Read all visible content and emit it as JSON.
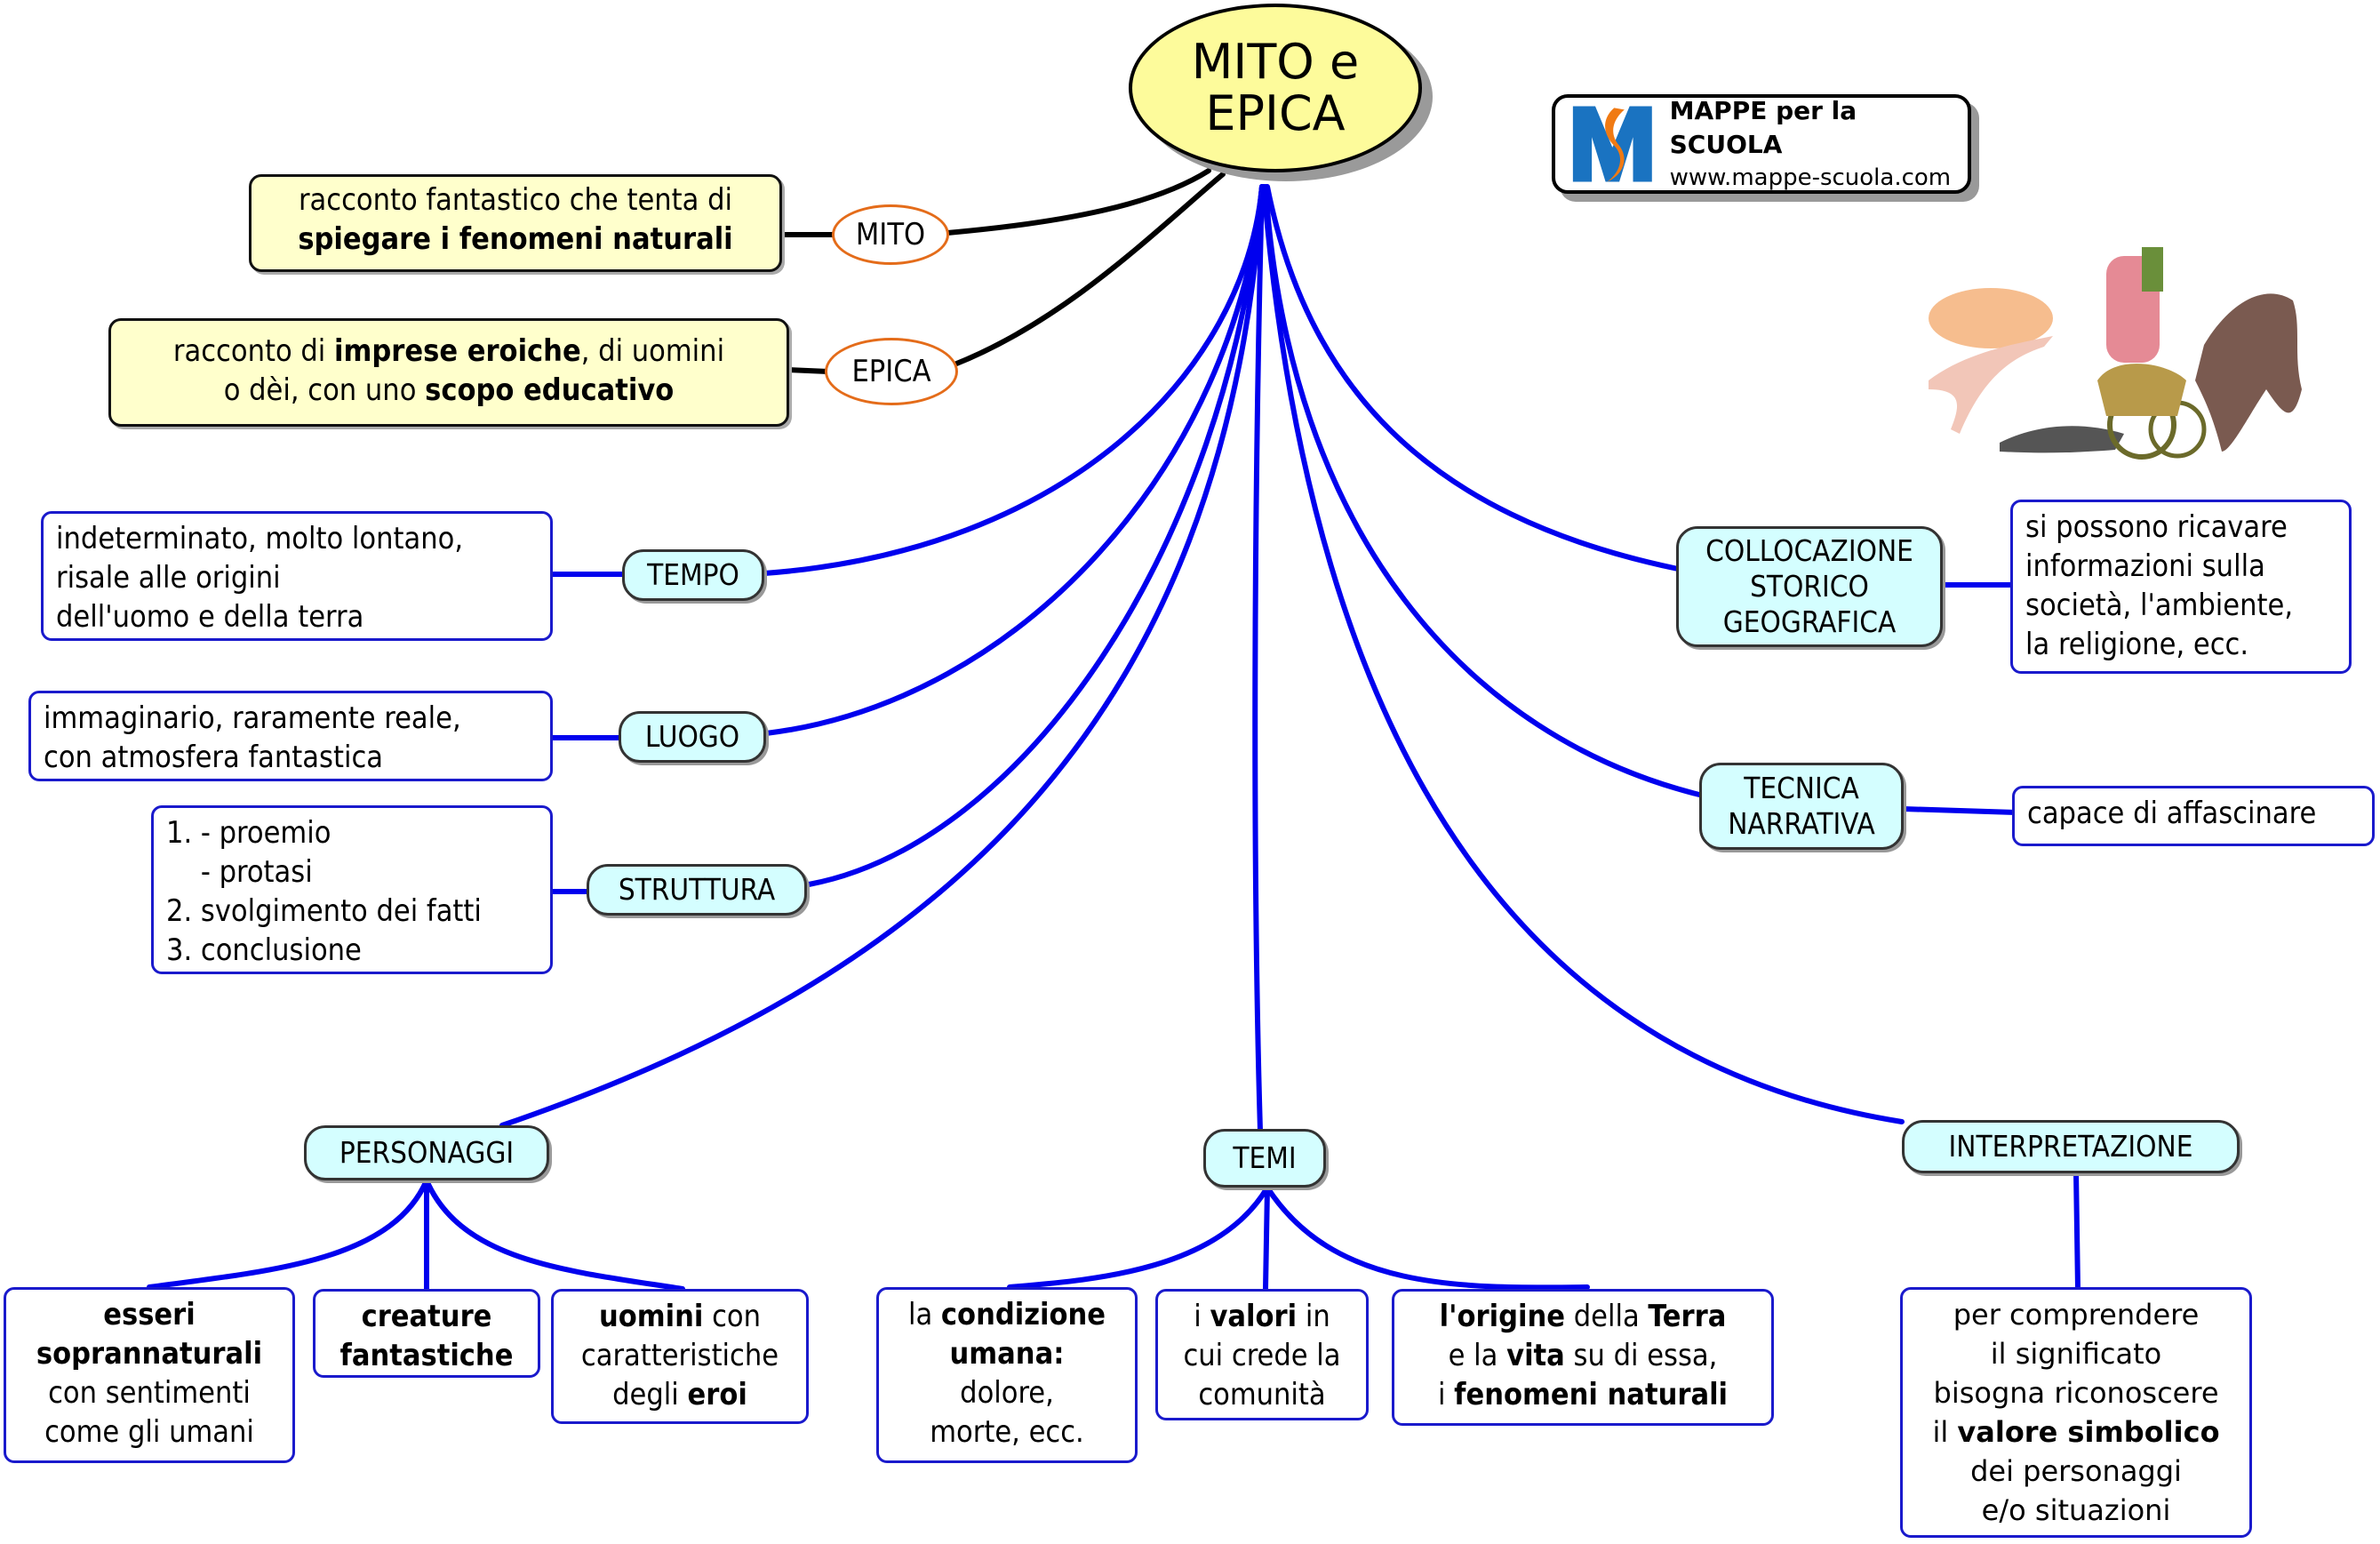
{
  "title": {
    "line1": "MITO e",
    "line2": "EPICA"
  },
  "logo": {
    "icon": "mappe-scuola-m-logo-icon",
    "title": "MAPPE per la SCUOLA",
    "url": "www.mappe-scuola.com"
  },
  "illustration": {
    "icon": "greek-chariot-illustration-icon"
  },
  "colors": {
    "central_fill": "#fdfb9b",
    "yellow_box": "#ffffcc",
    "category_fill": "#d4feff",
    "link_blue": "#0000ee",
    "link_black": "#000000",
    "oval_border": "#e46c1a",
    "box_border": "#1a1acc"
  },
  "definitions": [
    {
      "label": "MITO",
      "text": [
        {
          "t": "racconto fantastico che tenta di",
          "b": false
        },
        {
          "br": true
        },
        {
          "t": "spiegare i fenomeni naturali",
          "b": true
        }
      ]
    },
    {
      "label": "EPICA",
      "text": [
        {
          "t": "racconto di ",
          "b": false
        },
        {
          "t": "imprese eroiche",
          "b": true
        },
        {
          "t": ", di uomini",
          "b": false
        },
        {
          "br": true
        },
        {
          "t": "o dèi, con uno ",
          "b": false
        },
        {
          "t": "scopo educativo",
          "b": true
        }
      ]
    }
  ],
  "categories": {
    "tempo": {
      "label": "TEMPO",
      "details": [
        [
          {
            "t": "indeterminato, molto lontano,",
            "b": false
          },
          {
            "br": true
          },
          {
            "t": "risale alle origini",
            "b": false
          },
          {
            "br": true
          },
          {
            "t": "dell'uomo e della terra",
            "b": false
          }
        ]
      ]
    },
    "luogo": {
      "label": "LUOGO",
      "details": [
        [
          {
            "t": "immaginario, raramente reale,",
            "b": false
          },
          {
            "br": true
          },
          {
            "t": "con atmosfera fantastica",
            "b": false
          }
        ]
      ]
    },
    "struttura": {
      "label": "STRUTTURA",
      "details": [
        [
          {
            "t": "1. - proemio",
            "b": false
          },
          {
            "br": true
          },
          {
            "t": "    - protasi",
            "b": false
          },
          {
            "br": true
          },
          {
            "t": "2. svolgimento dei fatti",
            "b": false
          },
          {
            "br": true
          },
          {
            "t": "3. conclusione",
            "b": false
          }
        ]
      ]
    },
    "collocazione": {
      "label": "COLLOCAZIONE STORICO GEOGRAFICA",
      "label_lines": [
        "COLLOCAZIONE",
        "STORICO",
        "GEOGRAFICA"
      ],
      "details": [
        [
          {
            "t": "si possono ricavare",
            "b": false
          },
          {
            "br": true
          },
          {
            "t": "informazioni sulla",
            "b": false
          },
          {
            "br": true
          },
          {
            "t": "società, l'ambiente,",
            "b": false
          },
          {
            "br": true
          },
          {
            "t": "la religione, ecc.",
            "b": false
          }
        ]
      ]
    },
    "tecnica": {
      "label": "TECNICA NARRATIVA",
      "label_lines": [
        "TECNICA",
        "NARRATIVA"
      ],
      "details": [
        [
          {
            "t": "capace di affascinare",
            "b": false
          }
        ]
      ]
    },
    "personaggi": {
      "label": "PERSONAGGI",
      "details": [
        [
          {
            "t": "esseri",
            "b": true
          },
          {
            "br": true
          },
          {
            "t": "soprannaturali",
            "b": true
          },
          {
            "br": true
          },
          {
            "t": "con sentimenti",
            "b": false
          },
          {
            "br": true
          },
          {
            "t": "come gli umani",
            "b": false
          }
        ],
        [
          {
            "t": "creature",
            "b": true
          },
          {
            "br": true
          },
          {
            "t": "fantastiche",
            "b": true
          }
        ],
        [
          {
            "t": "uomini",
            "b": true
          },
          {
            "t": " con",
            "b": false
          },
          {
            "br": true
          },
          {
            "t": "caratteristiche",
            "b": false
          },
          {
            "br": true
          },
          {
            "t": "degli ",
            "b": false
          },
          {
            "t": "eroi",
            "b": true
          }
        ]
      ]
    },
    "temi": {
      "label": "TEMI",
      "details": [
        [
          {
            "t": "la ",
            "b": false
          },
          {
            "t": "condizione",
            "b": true
          },
          {
            "br": true
          },
          {
            "t": "umana:",
            "b": true
          },
          {
            "br": true
          },
          {
            "t": "dolore,",
            "b": false
          },
          {
            "br": true
          },
          {
            "t": "morte, ecc.",
            "b": false
          }
        ],
        [
          {
            "t": "i ",
            "b": false
          },
          {
            "t": "valori",
            "b": true
          },
          {
            "t": " in",
            "b": false
          },
          {
            "br": true
          },
          {
            "t": "cui crede la",
            "b": false
          },
          {
            "br": true
          },
          {
            "t": "comunità",
            "b": false
          }
        ],
        [
          {
            "t": "l'origine",
            "b": true
          },
          {
            "t": " della ",
            "b": false
          },
          {
            "t": "Terra",
            "b": true
          },
          {
            "br": true
          },
          {
            "t": "e la ",
            "b": false
          },
          {
            "t": "vita",
            "b": true
          },
          {
            "t": " su di essa,",
            "b": false
          },
          {
            "br": true
          },
          {
            "t": "i ",
            "b": false
          },
          {
            "t": "fenomeni naturali",
            "b": true
          }
        ]
      ]
    },
    "interpretazione": {
      "label": "INTERPRETAZIONE",
      "details": [
        [
          {
            "t": "per comprendere",
            "b": false
          },
          {
            "br": true
          },
          {
            "t": "il significato",
            "b": false
          },
          {
            "br": true
          },
          {
            "t": "bisogna riconoscere",
            "b": false
          },
          {
            "br": true
          },
          {
            "t": "il ",
            "b": false
          },
          {
            "t": "valore simbolico",
            "b": true
          },
          {
            "br": true
          },
          {
            "t": "dei personaggi",
            "b": false
          },
          {
            "br": true
          },
          {
            "t": "e/o situazioni",
            "b": false
          }
        ]
      ]
    }
  }
}
